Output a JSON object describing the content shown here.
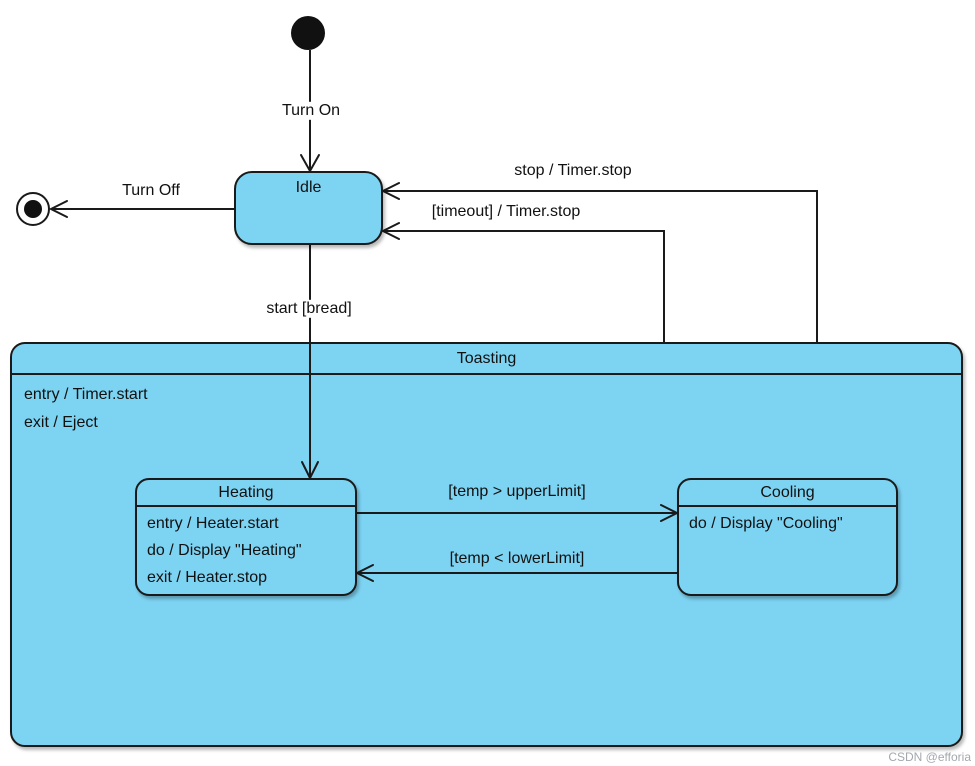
{
  "colors": {
    "state_fill": "#7DD3F2",
    "stroke": "#1A1A1A"
  },
  "states": {
    "idle": {
      "title": "Idle"
    },
    "toasting": {
      "title": "Toasting",
      "actions": [
        "entry / Timer.start",
        "exit / Eject"
      ]
    },
    "heating": {
      "title": "Heating",
      "actions": [
        "entry / Heater.start",
        "do / Display \"Heating\"",
        "exit / Heater.stop"
      ]
    },
    "cooling": {
      "title": "Cooling",
      "actions": [
        "do / Display \"Cooling\""
      ]
    }
  },
  "transitions": {
    "turn_on": "Turn On",
    "turn_off": "Turn Off",
    "start_bread": "start [bread]",
    "stop": "stop / Timer.stop",
    "timeout": "[timeout] / Timer.stop",
    "temp_upper": "[temp > upperLimit]",
    "temp_lower": "[temp < lowerLimit]"
  },
  "watermark": "CSDN @efforia"
}
